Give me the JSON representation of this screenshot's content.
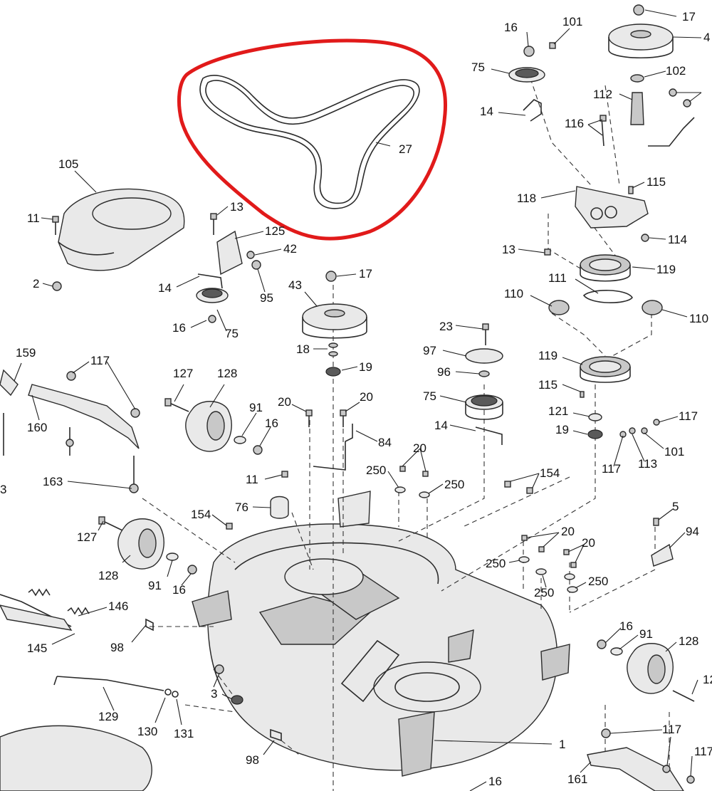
{
  "diagram": {
    "highlight_color": "#e11a1a",
    "line_color": "#2b2b2b",
    "callouts": {
      "c27": "27",
      "c105": "105",
      "c11a": "11",
      "c2": "2",
      "c13a": "13",
      "c125": "125",
      "c42": "42",
      "c14a": "14",
      "c95": "95",
      "c16a": "16",
      "c75a": "75",
      "c17a": "17",
      "c43": "43",
      "c18": "18",
      "c19a": "19",
      "c159": "159",
      "c117a": "117",
      "c160": "160",
      "c163": "163",
      "c3a": "3",
      "c127a": "127",
      "c128a": "128",
      "c91a": "91",
      "c16b": "16",
      "c20a": "20",
      "c20b": "20",
      "c84": "84",
      "c11b": "11",
      "c76": "76",
      "c154a": "154",
      "c127b": "127",
      "c128b": "128",
      "c91b": "91",
      "c16c": "16",
      "c146": "146",
      "c145": "145",
      "c98a": "98",
      "c3b": "3",
      "c129": "129",
      "c130": "130",
      "c131": "131",
      "c98b": "98",
      "c23": "23",
      "c97": "97",
      "c96": "96",
      "c75b": "75",
      "c14b": "14",
      "c20c": "20",
      "c250a": "250",
      "c250b": "250",
      "c154b": "154",
      "c20d": "20",
      "c20e": "20",
      "c250c": "250",
      "c250d": "250",
      "c250e": "250",
      "c5": "5",
      "c94": "94",
      "c16d": "16",
      "c91c": "91",
      "c128c": "128",
      "c12": "12",
      "c117b": "117",
      "c117c": "117",
      "c161": "161",
      "c1": "1",
      "c16e": "16",
      "c16f": "16",
      "c101a": "101",
      "c17b": "17",
      "c4": "4",
      "c75c": "75",
      "c102": "102",
      "c112": "112",
      "c14c": "14",
      "c116": "116",
      "c118": "118",
      "c115a": "115",
      "c13b": "13",
      "c114": "114",
      "c119a": "119",
      "c111": "111",
      "c110a": "110",
      "c110b": "110",
      "c119b": "119",
      "c115b": "115",
      "c121": "121",
      "c117d": "117",
      "c19b": "19",
      "c101b": "101",
      "c113": "113",
      "c117e": "117"
    }
  }
}
